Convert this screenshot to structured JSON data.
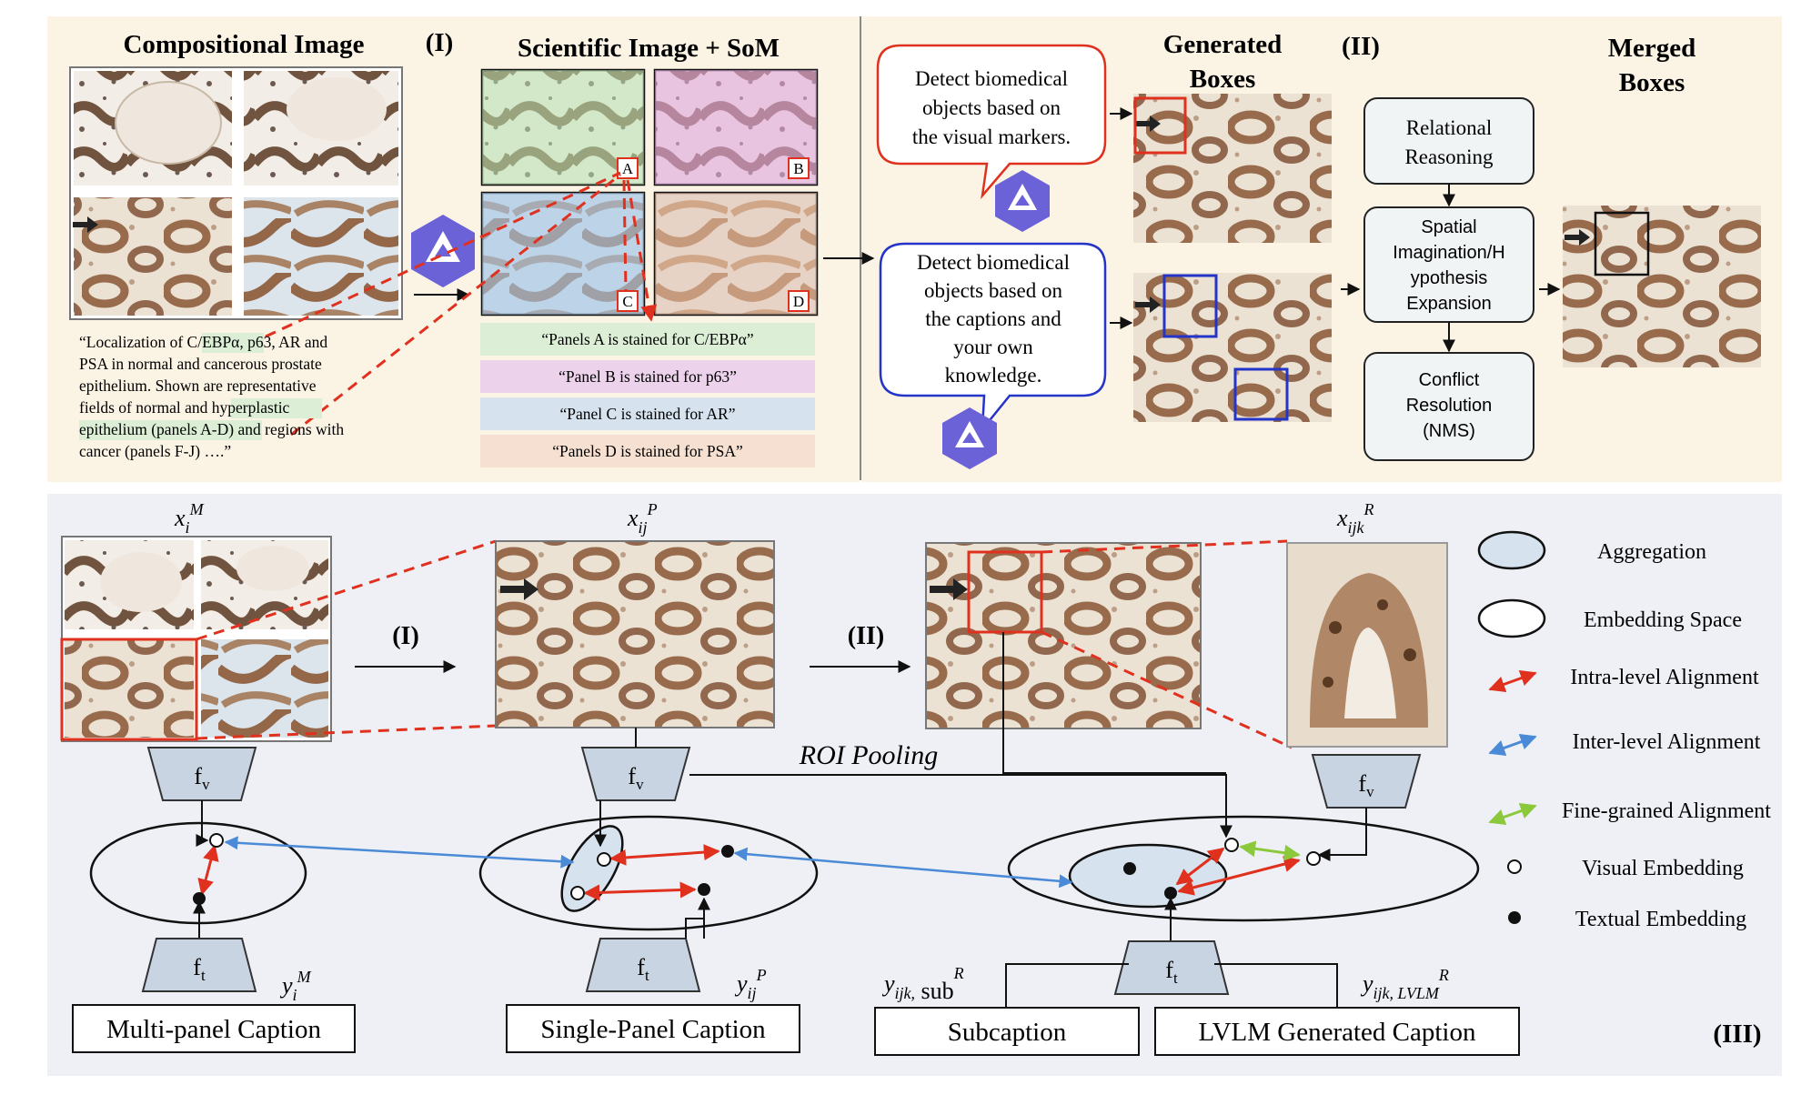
{
  "colors": {
    "top_bg": "#fbf3e4",
    "bottom_bg": "#eef0f6",
    "red": "#e0301e",
    "blue": "#4a8ad6",
    "green": "#8cc83c",
    "panel_green": "#dcefd6",
    "panel_pink": "#ecd2ea",
    "panel_blue": "#d6e3ef",
    "panel_peach": "#f6e0d2",
    "tissue_dark": "#7a4a2c",
    "tissue_light": "#e8dccd"
  },
  "stage1": {
    "label": "(I)",
    "compositional_title": "Compositional Image",
    "som_title": "Scientific Image + SoM",
    "marker_labels": [
      "A",
      "B",
      "C",
      "D"
    ],
    "caption_lines": [
      "“Localization of C/EBPα, p63, AR and",
      "PSA in normal and cancerous prostate",
      "epithelium. Shown are representative",
      "fields of normal and hyperplastic",
      "epithelium (panels A-D) and regions with",
      "cancer (panels F-J) ….”"
    ],
    "panel_captions": [
      "“Panels A is stained for C/EBPα”",
      "“Panel B is stained for p63”",
      "“Panel C is stained for AR”",
      "“Panels D is stained for PSA”"
    ]
  },
  "stage2": {
    "label": "(II)",
    "generated_title": [
      "Generated",
      "Boxes"
    ],
    "merged_title": [
      "Merged",
      "Boxes"
    ],
    "prompt_visual": [
      "Detect biomedical",
      "objects based on",
      "the visual markers."
    ],
    "prompt_caption": [
      "Detect biomedical",
      "objects based on",
      "the captions and",
      "your own",
      "knowledge."
    ],
    "steps": [
      {
        "lines": [
          "Relational",
          "Reasoning"
        ]
      },
      {
        "lines": [
          "Spatial",
          "Imagination/H",
          "ypothesis",
          "Expansion"
        ]
      },
      {
        "lines": [
          "Conflict",
          "Resolution",
          "(NMS)"
        ]
      }
    ]
  },
  "stage3": {
    "label": "(III)",
    "arrow_label_1": "(I)",
    "arrow_label_2": "(II)",
    "roi_label": "ROI Pooling",
    "image_labels": {
      "m_base": "x",
      "m_sub": "i",
      "m_sup": "M",
      "p_base": "x",
      "p_sub": "ij",
      "p_sup": "P",
      "r_base": "x",
      "r_sub": "ijk",
      "r_sup": "R"
    },
    "text_labels": {
      "m_base": "y",
      "m_sub": "i",
      "m_sup": "M",
      "p_base": "y",
      "p_sub": "ij",
      "p_sup": "P",
      "sub_base": "y",
      "sub_sub": "ijk,",
      "sub_word": " sub",
      "sub_sup": "R",
      "lvlm_base": "y",
      "lvlm_sub": "ijk, LVLM",
      "lvlm_sup": "R"
    },
    "encoder_v": "f",
    "encoder_v_sub": "v",
    "encoder_t": "f",
    "encoder_t_sub": "t",
    "captions": [
      "Multi-panel Caption",
      "Single-Panel Caption",
      "Subcaption",
      "LVLM Generated Caption"
    ]
  },
  "legend": [
    {
      "label": "Aggregation",
      "icon": "aggregation-ellipse"
    },
    {
      "label": "Embedding Space",
      "icon": "embedding-ellipse"
    },
    {
      "label": "Intra-level Alignment",
      "icon": "red-double-arrow"
    },
    {
      "label": "Inter-level Alignment",
      "icon": "blue-double-arrow"
    },
    {
      "label": "Fine-grained Alignment",
      "icon": "green-double-arrow"
    },
    {
      "label": "Visual Embedding",
      "icon": "hollow-dot"
    },
    {
      "label": "Textual Embedding",
      "icon": "filled-dot"
    }
  ]
}
